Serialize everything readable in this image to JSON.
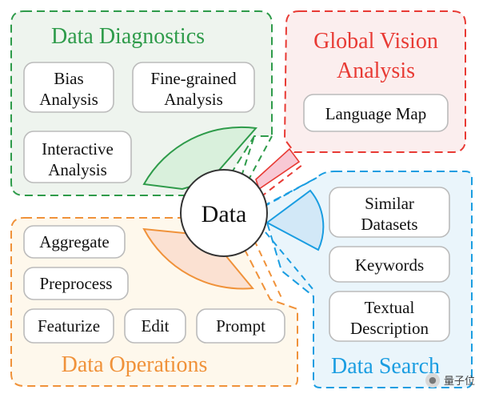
{
  "center": {
    "label": "Data"
  },
  "colors": {
    "diagnostics": "#2e9b4a",
    "global": "#e83a34",
    "search": "#1a9de1",
    "operations": "#f0923a"
  },
  "panels": {
    "diagnostics": {
      "title": "Data Diagnostics",
      "items": [
        [
          "Bias",
          "Analysis"
        ],
        [
          "Fine-grained",
          "Analysis"
        ],
        [
          "Interactive",
          "Analysis"
        ]
      ]
    },
    "global": {
      "title": [
        "Global Vision",
        "Analysis"
      ],
      "items": [
        [
          "Language Map"
        ]
      ]
    },
    "search": {
      "title": "Data Search",
      "items": [
        [
          "Similar",
          "Datasets"
        ],
        [
          "Keywords"
        ],
        [
          "Textual",
          "Description"
        ]
      ]
    },
    "operations": {
      "title": "Data Operations",
      "items": [
        [
          "Aggregate"
        ],
        [
          "Preprocess"
        ],
        [
          "Featurize"
        ],
        [
          "Edit"
        ],
        [
          "Prompt"
        ]
      ]
    }
  },
  "watermark": {
    "text": "量子位",
    "icon": "wechat-icon"
  }
}
